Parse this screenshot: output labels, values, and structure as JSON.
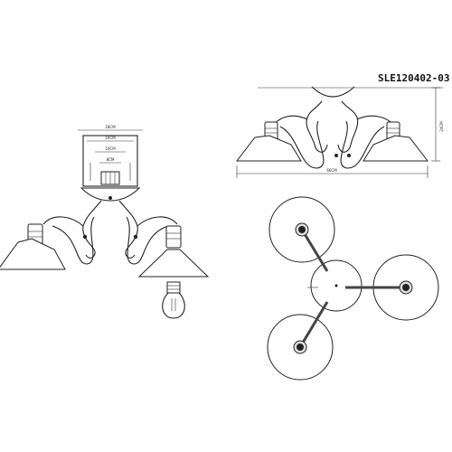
{
  "model_code": "SLE120402-03",
  "dimensions": {
    "width_top": "66CM",
    "height_top": "24CM",
    "plate_outer": "18CM",
    "plate_inner_1": "16CM",
    "plate_inner_2": "10CM",
    "plate_inner_3": "8CM"
  }
}
